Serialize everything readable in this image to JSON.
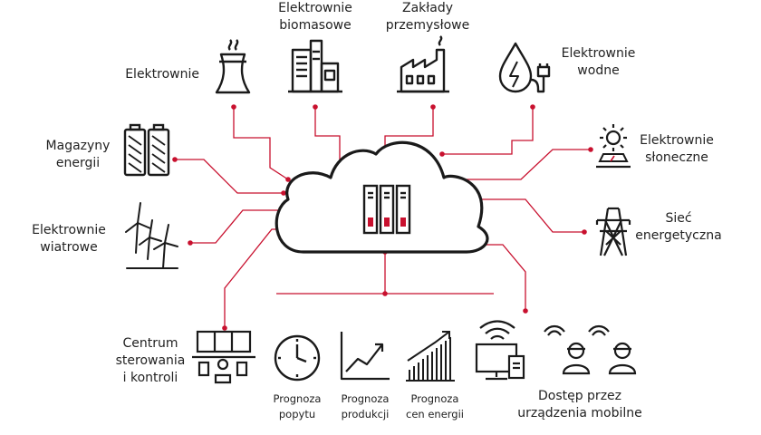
{
  "colors": {
    "line": "#c8102e",
    "ink": "#1a1a1a",
    "text": "#222222"
  },
  "labels": {
    "elektrownie": "Elektrownie",
    "biomasowe": "Elektrownie\nbiomasowe",
    "zaklady": "Zakłady\nprzemysłowe",
    "wodne": "Elektrownie\nwodne",
    "magazyny": "Magazyny\nenergii",
    "sloneczne": "Elektrownie\nsłoneczne",
    "wiatrowe": "Elektrownie\nwiatrowe",
    "siec": "Sieć\nenergetyczna",
    "centrum": "Centrum\nsterowania\ni kontroli",
    "popyt": "Prognoza\npopytu",
    "produkcja": "Prognoza\nprodukcji",
    "ceny": "Prognoza\ncen energii",
    "mobilne": "Dostęp przez\nurządzenia mobilne"
  },
  "icons": {
    "power_plant": "cooling-tower-icon",
    "biomass": "biomass-plant-icon",
    "factory": "factory-icon",
    "hydro": "water-drop-plug-icon",
    "battery": "battery-icon",
    "solar": "solar-panel-sun-icon",
    "wind": "wind-turbine-icon",
    "grid": "power-pylon-icon",
    "control": "control-center-desk-icon",
    "clock": "clock-icon",
    "production": "trend-line-arrow-icon",
    "price": "bar-chart-arrow-icon",
    "devices": "computer-phone-wifi-icon",
    "users": "engineer-wifi-icon",
    "server": "server-racks-icon",
    "cloud": "cloud-icon"
  }
}
